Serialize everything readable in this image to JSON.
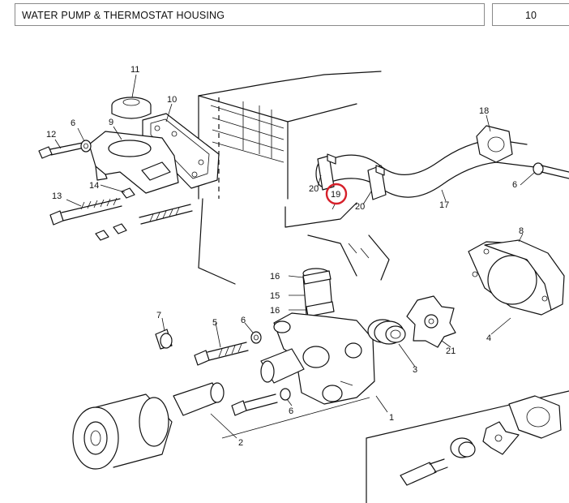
{
  "header": {
    "title": "WATER PUMP & THERMOSTAT HOUSING",
    "page": "10"
  },
  "highlight": {
    "label": "19",
    "color": "#d6202a"
  },
  "callouts": [
    "11",
    "10",
    "12",
    "6",
    "9",
    "14",
    "13",
    "18",
    "20",
    "20",
    "17",
    "6",
    "8",
    "16",
    "15",
    "16",
    "7",
    "5",
    "6",
    "3",
    "21",
    "4",
    "6",
    "2",
    "1"
  ]
}
